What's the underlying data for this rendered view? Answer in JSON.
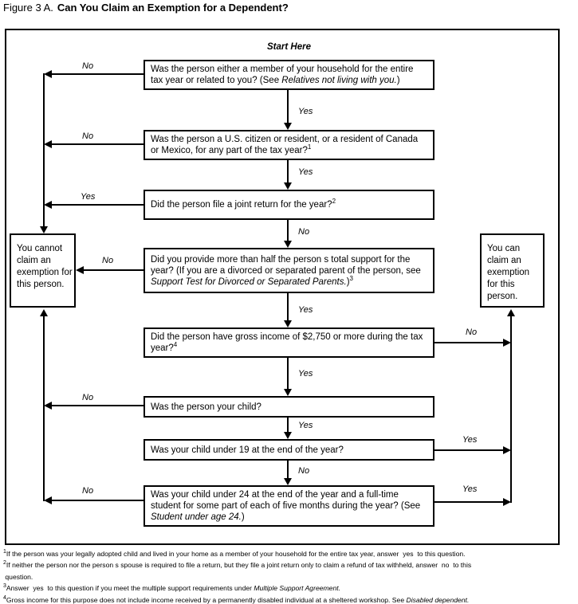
{
  "title": {
    "prefix": "Figure 3 A.",
    "main": "Can You Claim an Exemption for a Dependent?"
  },
  "flowchart": {
    "start_label": "Start Here",
    "boxes": {
      "q1": {
        "text": "Was the person either a member of your household for the entire tax year or related to you? (See ",
        "italic": "Relatives not living with you.",
        "post": ")"
      },
      "q2": {
        "text": "Was the person a U.S. citizen or resident, or a resident of Canada or Mexico, for any part of the tax year?",
        "sup": "1"
      },
      "q3": {
        "text": "Did the person file a joint return for the year?",
        "sup": "2"
      },
      "q4": {
        "text": "Did you provide more than half the person s total support for the year? (If you are a divorced or separated parent of the person, see ",
        "italic": "Support Test for Divorced or Separated Parents.",
        "post": ")",
        "sup": "3"
      },
      "q5": {
        "text": "Did the person have gross income of $2,750 or more during the tax year?",
        "sup": "4"
      },
      "q6": {
        "text": "Was the person your child?"
      },
      "q7": {
        "text": "Was your child under 19 at the end of the year?"
      },
      "q8": {
        "text": "Was your child under 24 at the end of the year and a full-time student for some part of each of five months during the year? (See ",
        "italic": "Student under age 24.",
        "post": ")"
      },
      "result_no": {
        "text": "You cannot claim an exemption for this person."
      },
      "result_yes": {
        "text": "You can claim an exemption for this person."
      }
    },
    "labels": {
      "d1": "Yes",
      "d2": "Yes",
      "d3": "No",
      "d4": "Yes",
      "d5": "Yes",
      "d6": "Yes",
      "d7": "No",
      "l1": "No",
      "l2": "No",
      "l3": "Yes",
      "l4": "No",
      "l5": "No",
      "l6": "No",
      "r1": "No",
      "r2": "Yes",
      "r3": "Yes"
    }
  },
  "footnotes": [
    {
      "sup": "1",
      "text": "If the person was your legally adopted child and lived in your home as a member of your household for the entire tax year, answer  yes  to this question.",
      "italic": ""
    },
    {
      "sup": "2",
      "text": "If neither the person nor the person s spouse is required to file a return, but they file a joint return only to claim a refund of tax withheld, answer  no  to this",
      "italic": ""
    },
    {
      "sup": "",
      "text": " question.",
      "italic": ""
    },
    {
      "sup": "3",
      "text": "Answer  yes  to this question if you meet the multiple support requirements under ",
      "italic": "Multiple Support Agreement."
    },
    {
      "sup": "4",
      "text": "Gross income for this purpose does not include income received by a permanently disabled individual at a sheltered workshop. See ",
      "italic": "Disabled dependent."
    }
  ]
}
